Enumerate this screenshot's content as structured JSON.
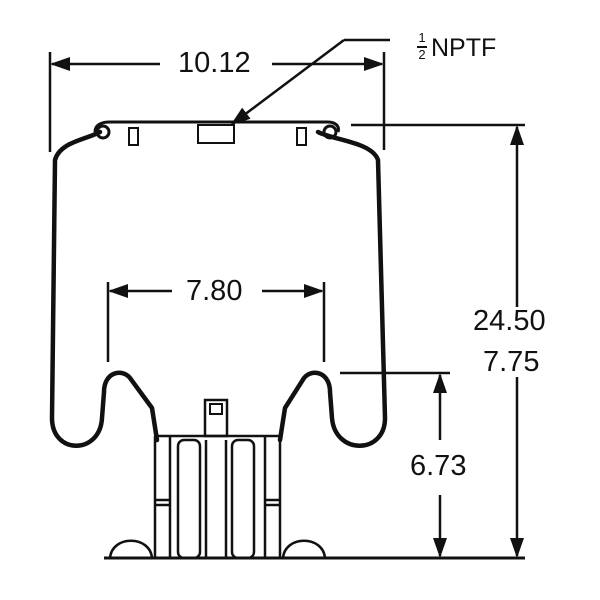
{
  "diagram": {
    "subject": "Air spring (rolling lobe) dimensional drawing",
    "dimensions": {
      "top_width": "10.12",
      "piston_width": "7.80",
      "max_height": "24.50",
      "min_height": "7.75",
      "piston_height": "6.73"
    },
    "port_callout": {
      "fraction_num": "1",
      "fraction_den": "2",
      "label": "NPTF"
    },
    "colors": {
      "line": "#111111",
      "background": "#ffffff"
    }
  }
}
